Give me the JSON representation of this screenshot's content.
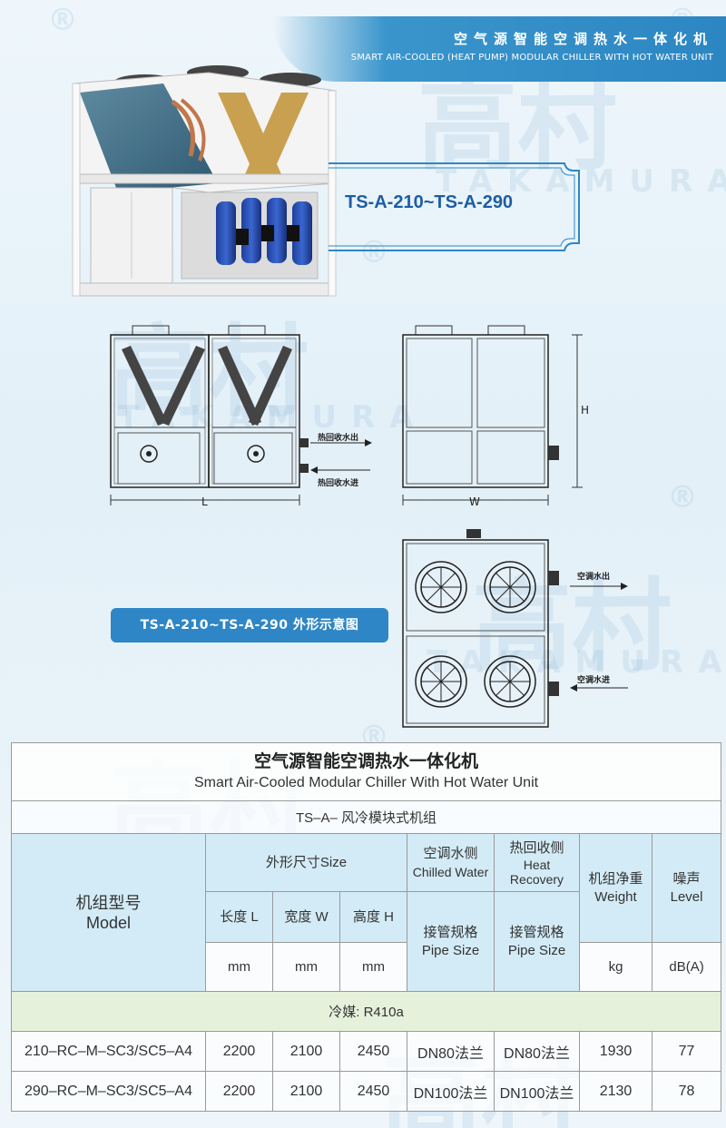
{
  "header": {
    "title_cn": "空气源智能空调热水一体化机",
    "title_en": "SMART AIR-COOLED (HEAT PUMP) MODULAR CHILLER WITH HOT WATER UNIT"
  },
  "banner": {
    "model_range": "TS-A-210~TS-A-290"
  },
  "drawing": {
    "caption": "TS-A-210~TS-A-290 外形示意图",
    "label_L": "L",
    "label_W": "W",
    "label_H": "H",
    "hot_out": "热回收水出",
    "hot_in": "热回收水进",
    "chilled_out": "空调水出",
    "chilled_in": "空调水进"
  },
  "watermarks": {
    "brand_cn": "高村",
    "brand_en": "TAKAMURA",
    "registered": "®"
  },
  "table": {
    "title_cn": "空气源智能空调热水一体化机",
    "title_en": "Smart Air-Cooled Modular Chiller With Hot Water Unit",
    "series": "TS–A– 风冷模块式机组",
    "model_cn": "机组型号",
    "model_en": "Model",
    "dim_title": "外形尺寸Size",
    "length": "长度 L",
    "width": "宽度 W",
    "height": "高度 H",
    "chilled_cn": "空调水侧",
    "chilled_en": "Chilled Water",
    "heat_cn": "热回收侧",
    "heat_en": "Heat Recovery",
    "pipe_cn": "接管规格",
    "pipe_en": "Pipe Size",
    "weight_cn": "机组净重",
    "weight_en": "Weight",
    "noise_cn": "噪声",
    "noise_en": "Level",
    "unit_mm": "mm",
    "unit_kg": "kg",
    "unit_db": "dB(A)",
    "refrigerant": "冷媒: R410a",
    "rows": [
      {
        "model": "210–RC–M–SC3/SC5–A4",
        "length": "2200",
        "width": "2100",
        "height": "2450",
        "chilled_pipe": "DN80法兰",
        "heat_pipe": "DN80法兰",
        "weight": "1930",
        "noise": "77"
      },
      {
        "model": "290–RC–M–SC3/SC5–A4",
        "length": "2200",
        "width": "2100",
        "height": "2450",
        "chilled_pipe": "DN100法兰",
        "heat_pipe": "DN100法兰",
        "weight": "2130",
        "noise": "78"
      }
    ]
  },
  "colors": {
    "accent": "#2e86c6",
    "banner_text": "#1d5ea4",
    "header_header_band": "#3a95cc"
  }
}
